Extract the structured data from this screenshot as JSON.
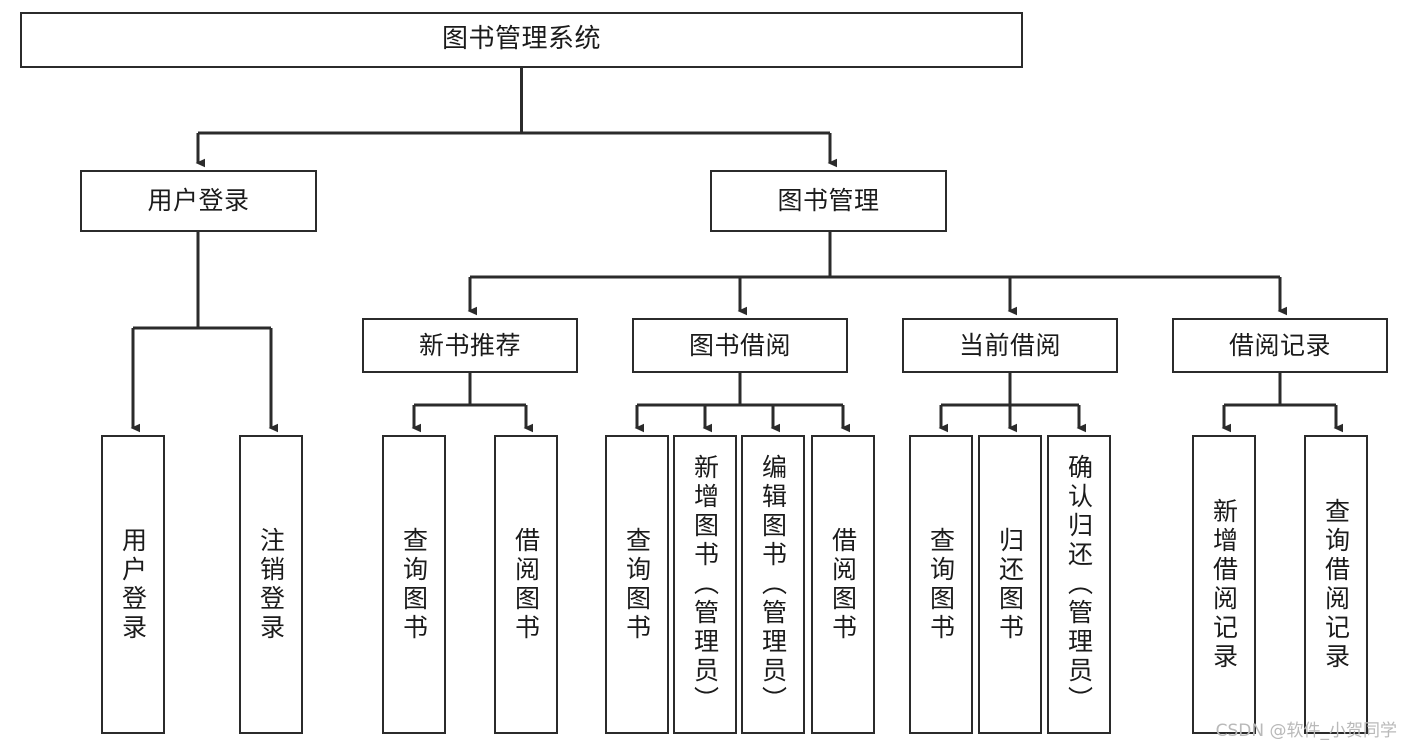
{
  "diagram": {
    "type": "tree",
    "title": "图书管理系统",
    "style": {
      "box_border": "#2b2b2b",
      "box_fill": "#ffffff",
      "line_color": "#3a3a3a",
      "text_color": "#1b1b1b",
      "background": "#ffffff"
    },
    "root": {
      "label": "图书管理系统"
    },
    "level2": [
      {
        "label": "用户登录"
      },
      {
        "label": "图书管理"
      }
    ],
    "level3": [
      {
        "label": "新书推荐"
      },
      {
        "label": "图书借阅"
      },
      {
        "label": "当前借阅"
      },
      {
        "label": "借阅记录"
      }
    ],
    "leaves": {
      "user_login": [
        {
          "label": "用户登录"
        },
        {
          "label": "注销登录"
        }
      ],
      "new_book": [
        {
          "label": "查询图书"
        },
        {
          "label": "借阅图书"
        }
      ],
      "borrow": [
        {
          "label": "查询图书"
        },
        {
          "label": "新增图书（管理员）"
        },
        {
          "label": "编辑图书（管理员）"
        },
        {
          "label": "借阅图书"
        }
      ],
      "current": [
        {
          "label": "查询图书"
        },
        {
          "label": "归还图书"
        },
        {
          "label": "确认归还（管理员）"
        }
      ],
      "records": [
        {
          "label": "新增借阅记录"
        },
        {
          "label": "查询借阅记录"
        }
      ]
    }
  },
  "watermark": {
    "text": "CSDN @软件_小贺同学"
  }
}
